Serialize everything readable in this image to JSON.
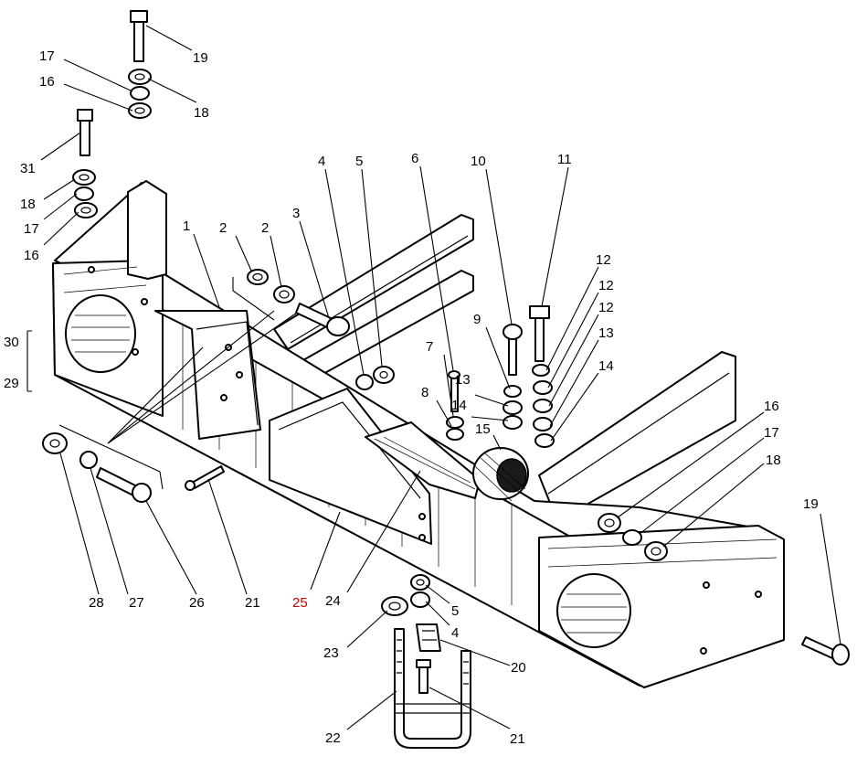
{
  "diagram": {
    "highlight_color": "#cc0000",
    "line_color": "#000000",
    "labels": [
      {
        "key": "l19a",
        "text": "19"
      },
      {
        "key": "l17a",
        "text": "17"
      },
      {
        "key": "l16a",
        "text": "16"
      },
      {
        "key": "l18a",
        "text": "18"
      },
      {
        "key": "l31",
        "text": "31"
      },
      {
        "key": "l18b",
        "text": "18"
      },
      {
        "key": "l17b",
        "text": "17"
      },
      {
        "key": "l16b",
        "text": "16"
      },
      {
        "key": "l30",
        "text": "30"
      },
      {
        "key": "l29",
        "text": "29"
      },
      {
        "key": "l1",
        "text": "1"
      },
      {
        "key": "l2a",
        "text": "2"
      },
      {
        "key": "l2b",
        "text": "2"
      },
      {
        "key": "l3",
        "text": "3"
      },
      {
        "key": "l4a",
        "text": "4"
      },
      {
        "key": "l5a",
        "text": "5"
      },
      {
        "key": "l6",
        "text": "6"
      },
      {
        "key": "l10",
        "text": "10"
      },
      {
        "key": "l11",
        "text": "11"
      },
      {
        "key": "l12a",
        "text": "12"
      },
      {
        "key": "l12b",
        "text": "12"
      },
      {
        "key": "l12c",
        "text": "12"
      },
      {
        "key": "l9",
        "text": "9"
      },
      {
        "key": "l13a",
        "text": "13"
      },
      {
        "key": "l7",
        "text": "7"
      },
      {
        "key": "l13b",
        "text": "13"
      },
      {
        "key": "l14a",
        "text": "14"
      },
      {
        "key": "l8",
        "text": "8"
      },
      {
        "key": "l14b",
        "text": "14"
      },
      {
        "key": "l15",
        "text": "15"
      },
      {
        "key": "l16c",
        "text": "16"
      },
      {
        "key": "l17c",
        "text": "17"
      },
      {
        "key": "l18c",
        "text": "18"
      },
      {
        "key": "l19b",
        "text": "19"
      },
      {
        "key": "l28",
        "text": "28"
      },
      {
        "key": "l27",
        "text": "27"
      },
      {
        "key": "l26",
        "text": "26"
      },
      {
        "key": "l21a",
        "text": "21"
      },
      {
        "key": "l25",
        "text": "25"
      },
      {
        "key": "l24",
        "text": "24"
      },
      {
        "key": "l5b",
        "text": "5"
      },
      {
        "key": "l4b",
        "text": "4"
      },
      {
        "key": "l23",
        "text": "23"
      },
      {
        "key": "l20",
        "text": "20"
      },
      {
        "key": "l22",
        "text": "22"
      },
      {
        "key": "l21b",
        "text": "21"
      }
    ]
  }
}
